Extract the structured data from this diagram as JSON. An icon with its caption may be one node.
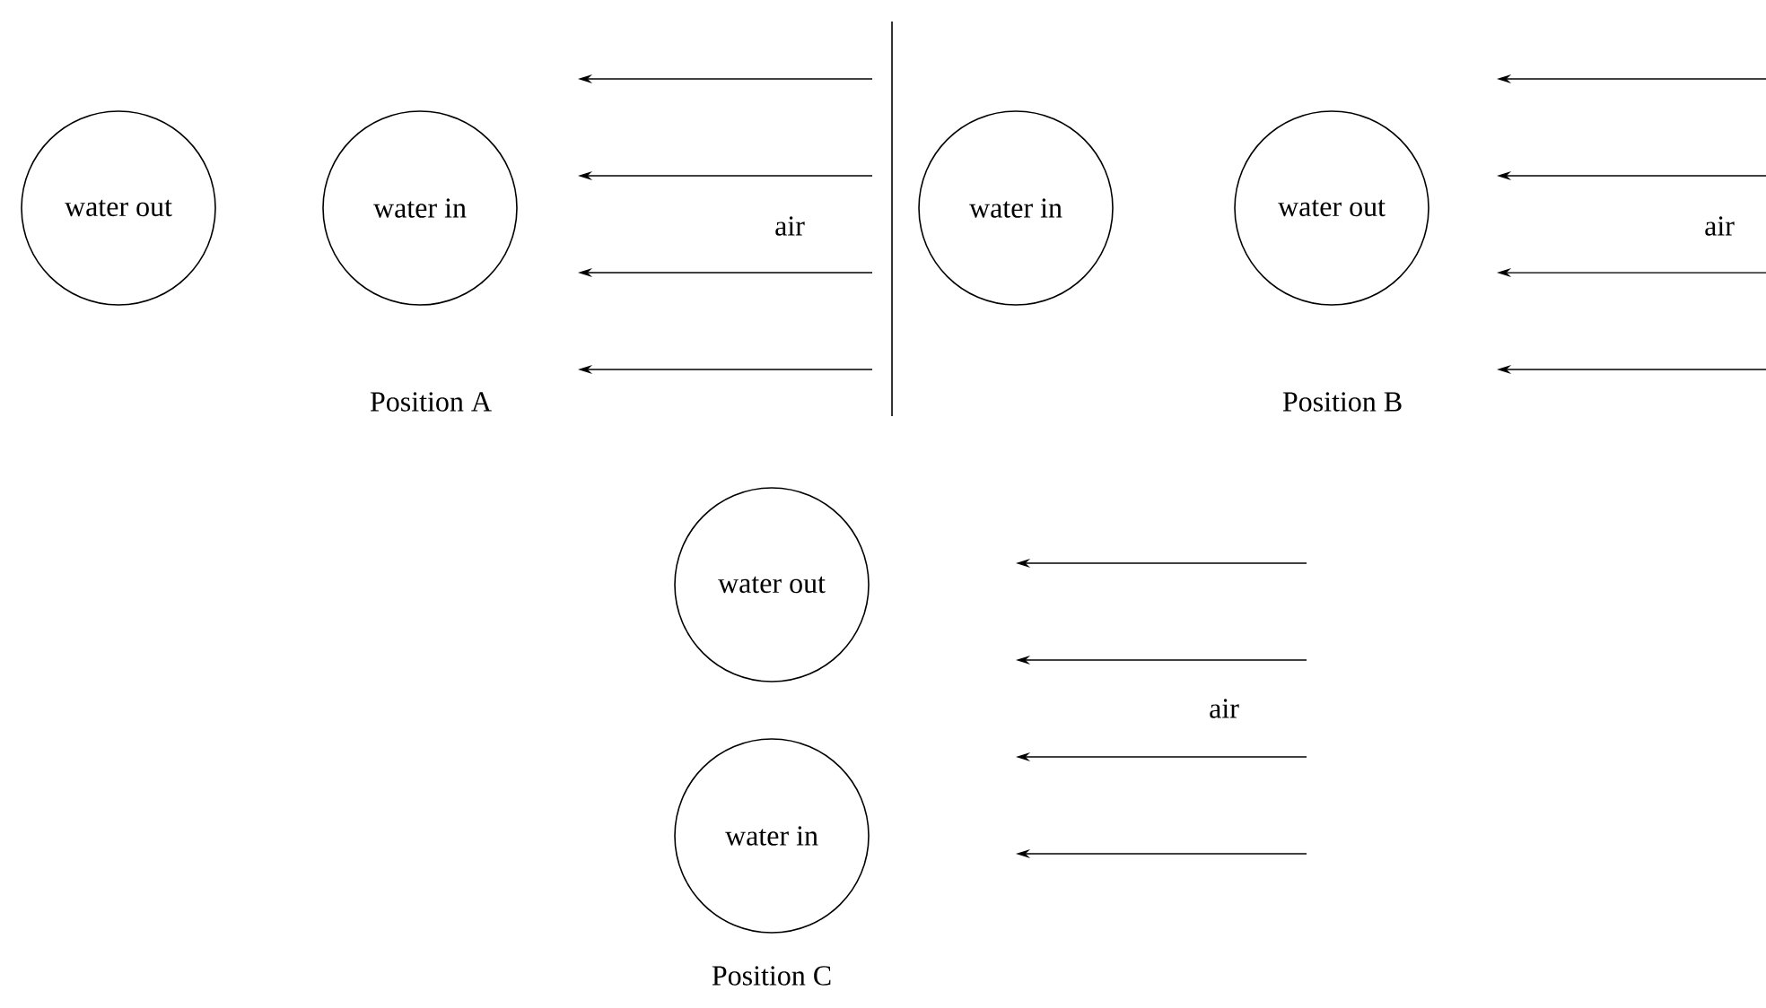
{
  "diagram": {
    "nodes": [
      {
        "text": [
          "water out"
        ]
      },
      {
        "text": [
          "water in"
        ]
      },
      {
        "text": [
          "water in"
        ]
      },
      {
        "text": [
          "water out"
        ]
      },
      {
        "text": [
          "water out"
        ]
      },
      {
        "text": [
          "water in"
        ]
      }
    ],
    "labels": [
      "air",
      "air",
      "Position A",
      "Position B",
      "air",
      "Position C"
    ]
  }
}
